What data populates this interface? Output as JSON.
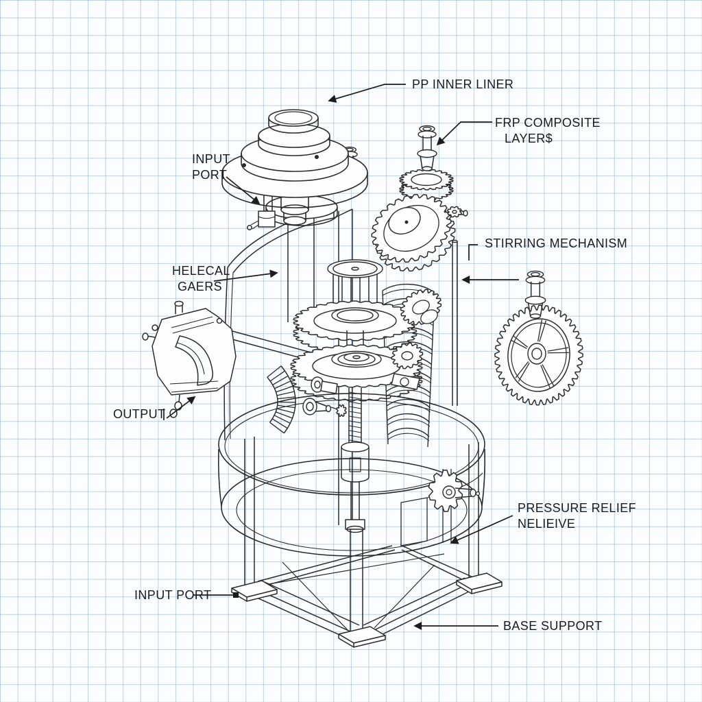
{
  "colors": {
    "paper": "#fcfdff",
    "grid": "#a9c6de",
    "ink": "#2b2b2b",
    "label_text": "#1a1a1a"
  },
  "labels": {
    "pp_inner_liner": {
      "line1": "PP INNER LINER"
    },
    "frp_composite_layers": {
      "line1": "FRP COMPOSITE",
      "line2": "LAYER$"
    },
    "input_port_top": {
      "line1": "INPUT",
      "line2": "PORT"
    },
    "stirring_mechanism": {
      "line1": "STIRRING MECHANISM"
    },
    "helical_gears": {
      "line1": "HELECAL",
      "line2": "GAERS"
    },
    "output": {
      "line1": "OUTPUT"
    },
    "pressure_relief": {
      "line1": "PRESSURE RELIEF",
      "line2": "NELIEIVE"
    },
    "input_port_bottom": {
      "line1": "INPUT PORT"
    },
    "base_support": {
      "line1": "BASE SUPPORT"
    }
  }
}
